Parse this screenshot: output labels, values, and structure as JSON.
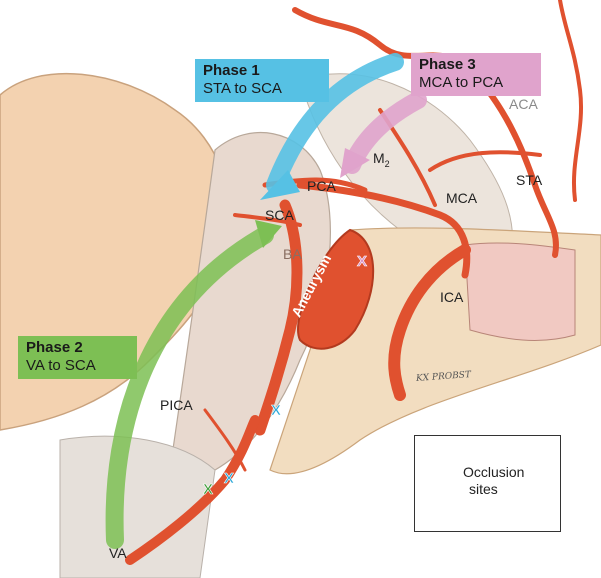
{
  "callouts": {
    "phase1": {
      "title": "Phase 1",
      "subtitle": "STA to SCA"
    },
    "phase2": {
      "title": "Phase 2",
      "subtitle": "VA to SCA"
    },
    "phase3": {
      "title": "Phase 3",
      "subtitle": "MCA to PCA"
    }
  },
  "labels": {
    "aca": "ACA",
    "m2_main": "M",
    "m2_sub": "2",
    "mca": "MCA",
    "sta": "STA",
    "pca": "PCA",
    "sca": "SCA",
    "ba": "BA",
    "aneurysm": "Aneurysm",
    "ica": "ICA",
    "pica": "PICA",
    "va": "VA"
  },
  "legend": {
    "line1": "Occlusion",
    "line2": "sites"
  },
  "marker_symbol": "X",
  "signature": "KX PROBST",
  "colors": {
    "phase1": "#56c1e4",
    "phase2": "#7dbf54",
    "phase3": "#e0a3cc",
    "artery": "#e0512f",
    "marker_blue": "#2aa7d8",
    "marker_green": "#3f9e3a",
    "marker_pink": "#d991c6"
  }
}
